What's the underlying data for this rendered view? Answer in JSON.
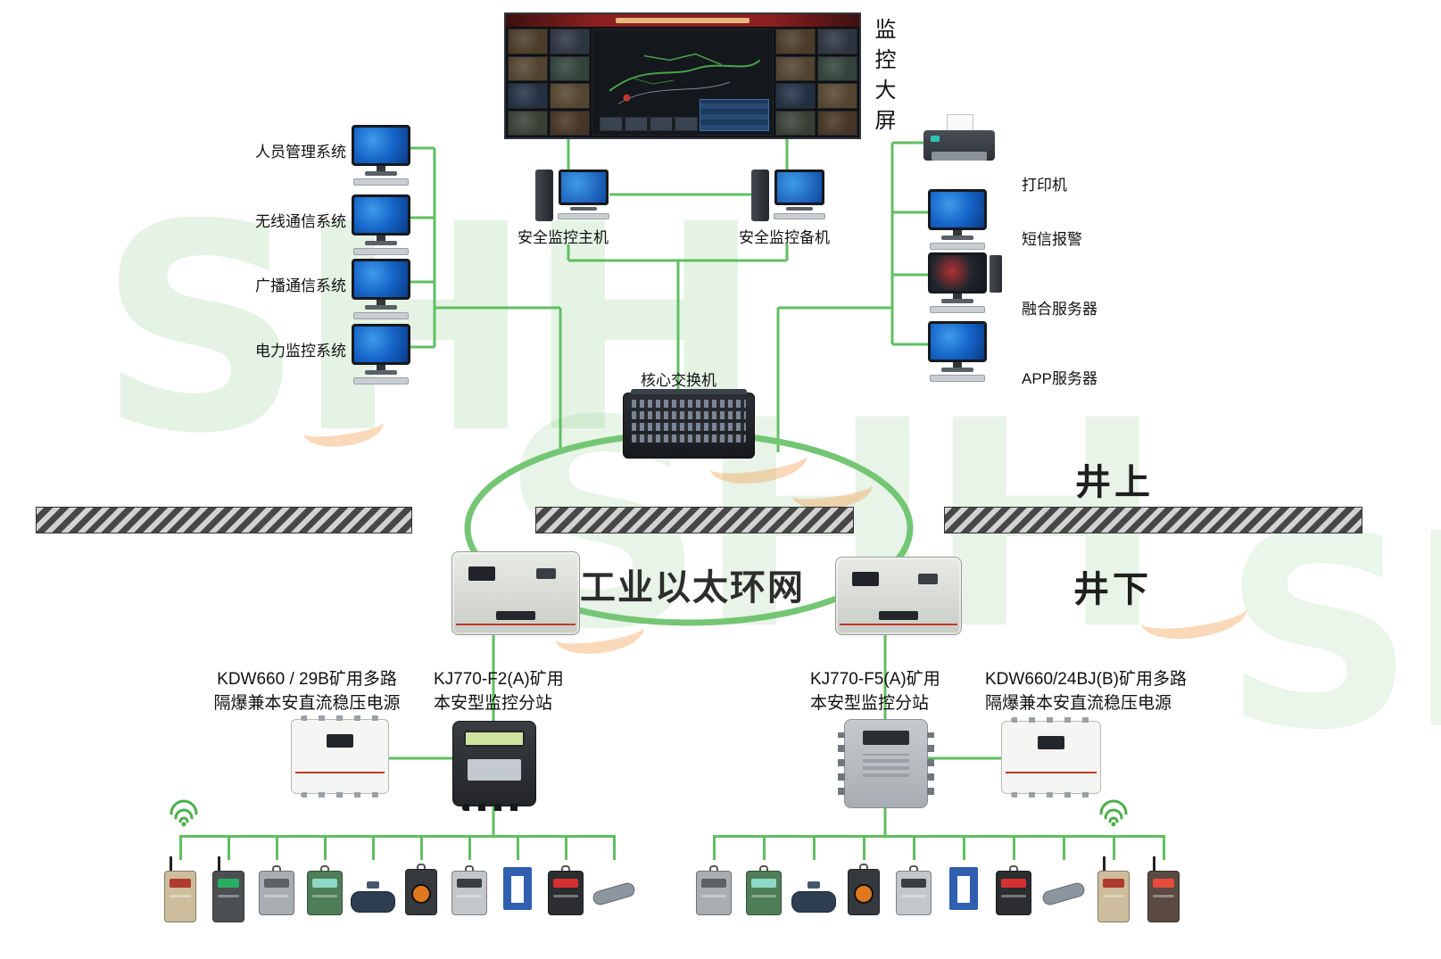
{
  "watermark": {
    "text": "SHH"
  },
  "colors": {
    "line": "#5fbf61",
    "ring": "#74c674",
    "wifi": "#4cae4c"
  },
  "big_screen": {
    "label": "监控大屏"
  },
  "left_systems": {
    "items": [
      {
        "label": "人员管理系统"
      },
      {
        "label": "无线通信系统"
      },
      {
        "label": "广播通信系统"
      },
      {
        "label": "电力监控系统"
      }
    ]
  },
  "center": {
    "host": "安全监控主机",
    "backup": "安全监控备机",
    "switch": "核心交换机"
  },
  "right_systems": {
    "items": [
      {
        "label": "打印机"
      },
      {
        "label": "短信报警"
      },
      {
        "label": "融合服务器"
      },
      {
        "label": "APP服务器"
      }
    ]
  },
  "ring": {
    "label": "工业以太环网"
  },
  "zones": {
    "above": "井上",
    "below": "井下"
  },
  "underground_labels": {
    "left_power": [
      "KDW660 / 29B矿用多路",
      "隔爆兼本安直流稳压电源"
    ],
    "left_station": [
      "KJ770-F2(A)矿用",
      "本安型监控分站"
    ],
    "right_station": [
      "KJ770-F5(A)矿用",
      "本安型监控分站"
    ],
    "right_power": [
      "KDW660/24BJ(B)矿用多路",
      "隔爆兼本安直流稳压电源"
    ]
  },
  "sensors": {
    "left": [
      {
        "name": "wireless-methane-sensor",
        "type": "wireless",
        "body": "#cdbd9c",
        "display": "#b03a2e"
      },
      {
        "name": "wireless-sensor",
        "type": "wireless",
        "body": "#4c4f52",
        "display": "#27ae60"
      },
      {
        "name": "substation-box-sensor",
        "type": "box",
        "body": "#a9aeb3",
        "display": "#5d6166"
      },
      {
        "name": "gas-sensor",
        "type": "box",
        "body": "#4e7d57",
        "display": "#8fd8c6"
      },
      {
        "name": "pump-sensor",
        "type": "pump",
        "body": "#2e3e50"
      },
      {
        "name": "co-sensor",
        "type": "gauge",
        "body": "#35383c",
        "face": "#e0791e"
      },
      {
        "name": "dust-sensor",
        "type": "box",
        "body": "#c3c7ca",
        "display": "#3b3e42"
      },
      {
        "name": "valve-sensor",
        "type": "clamp",
        "body": "#2f5fae"
      },
      {
        "name": "temp-sensor",
        "type": "box",
        "body": "#2b2d30",
        "display": "#d63031"
      },
      {
        "name": "pipe-sensor",
        "type": "pipe",
        "body": "#8d969e"
      }
    ],
    "right": [
      {
        "name": "substation-box-sensor",
        "type": "box",
        "body": "#a9aeb3",
        "display": "#5d6166"
      },
      {
        "name": "gas-sensor",
        "type": "box",
        "body": "#4e7d57",
        "display": "#8fd8c6"
      },
      {
        "name": "pump-sensor",
        "type": "pump",
        "body": "#2e3e50"
      },
      {
        "name": "co-sensor",
        "type": "gauge",
        "body": "#35383c",
        "face": "#e0791e"
      },
      {
        "name": "dust-sensor",
        "type": "box",
        "body": "#c3c7ca",
        "display": "#3b3e42"
      },
      {
        "name": "valve-sensor",
        "type": "clamp",
        "body": "#2f5fae"
      },
      {
        "name": "temp-sensor",
        "type": "box",
        "body": "#2b2d30",
        "display": "#d63031"
      },
      {
        "name": "pipe-sensor",
        "type": "pipe",
        "body": "#8d969e"
      },
      {
        "name": "wireless-methane-sensor",
        "type": "wireless",
        "body": "#cdbd9c",
        "display": "#b03a2e"
      },
      {
        "name": "wireless-sensor",
        "type": "wireless",
        "body": "#5a4a42",
        "display": "#e74c3c"
      }
    ]
  }
}
